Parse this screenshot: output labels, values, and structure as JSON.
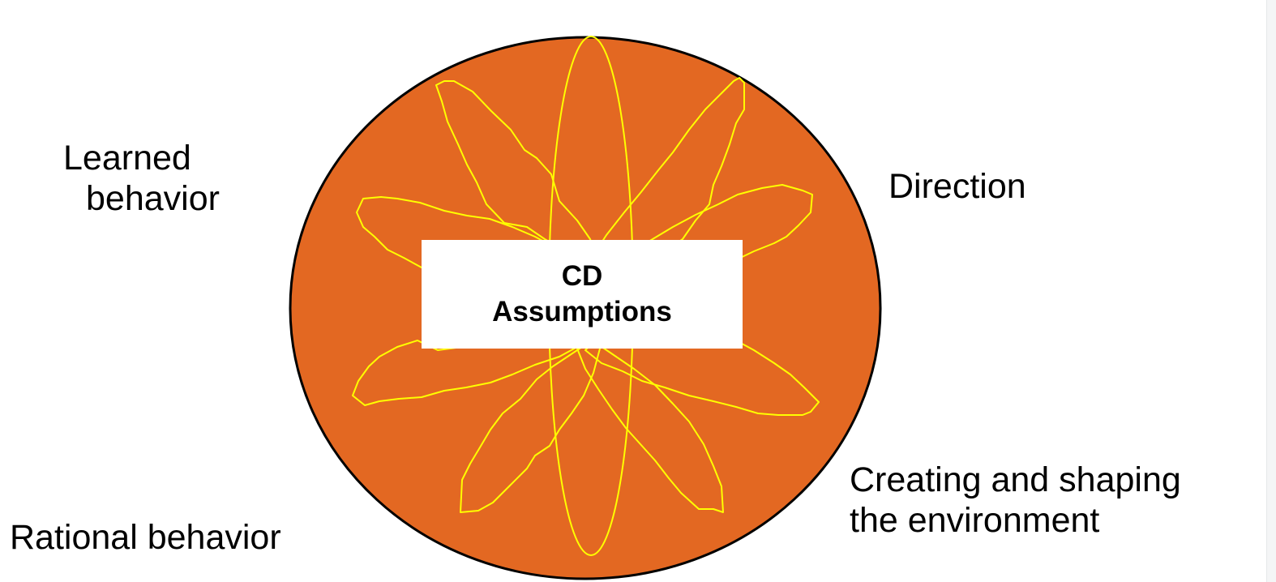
{
  "colors": {
    "circle_fill": "#E36822",
    "circle_stroke": "#000000",
    "petal_stroke": "#FFFF00",
    "center_box": "#FFFFFF",
    "text": "#000000"
  },
  "center": {
    "line1": "CD",
    "line2": "Assumptions"
  },
  "labels": {
    "learned": {
      "line1": "Learned",
      "line2": "behavior"
    },
    "direction": "Direction",
    "creating": {
      "line1": "Creating and shaping",
      "line2": "the environment"
    },
    "rational": "Rational behavior"
  }
}
